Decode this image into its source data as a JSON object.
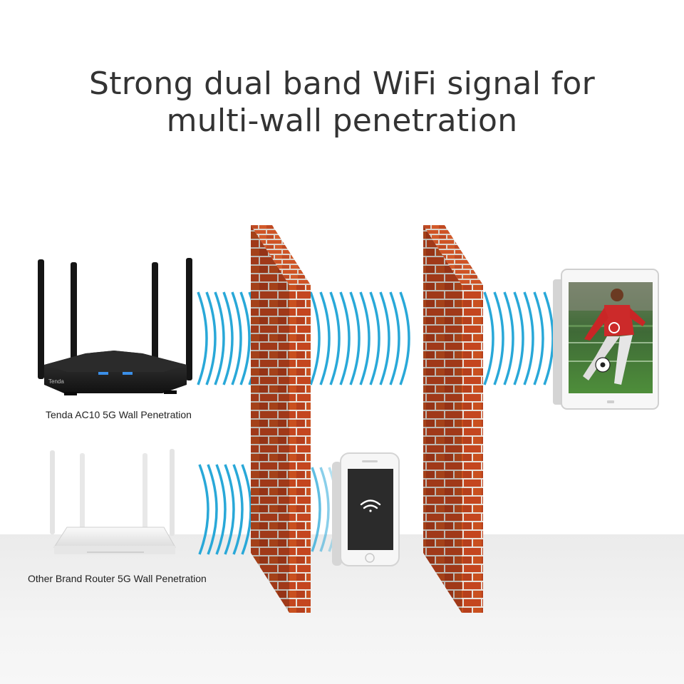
{
  "title": {
    "line1": "Strong dual band WiFi signal for",
    "line2": "multi-wall penetration"
  },
  "routers": {
    "tenda": {
      "caption": "Tenda AC10 5G Wall Penetration",
      "logo": "Tenda",
      "color": "#1a1a1a"
    },
    "other": {
      "caption": "Other Brand Router 5G Wall Penetration",
      "color": "#eeeeee"
    }
  },
  "signal_color": "#2aa8d6",
  "wall_color": "#c2441f",
  "icons": [
    "wifi-icon",
    "home-button-icon"
  ]
}
